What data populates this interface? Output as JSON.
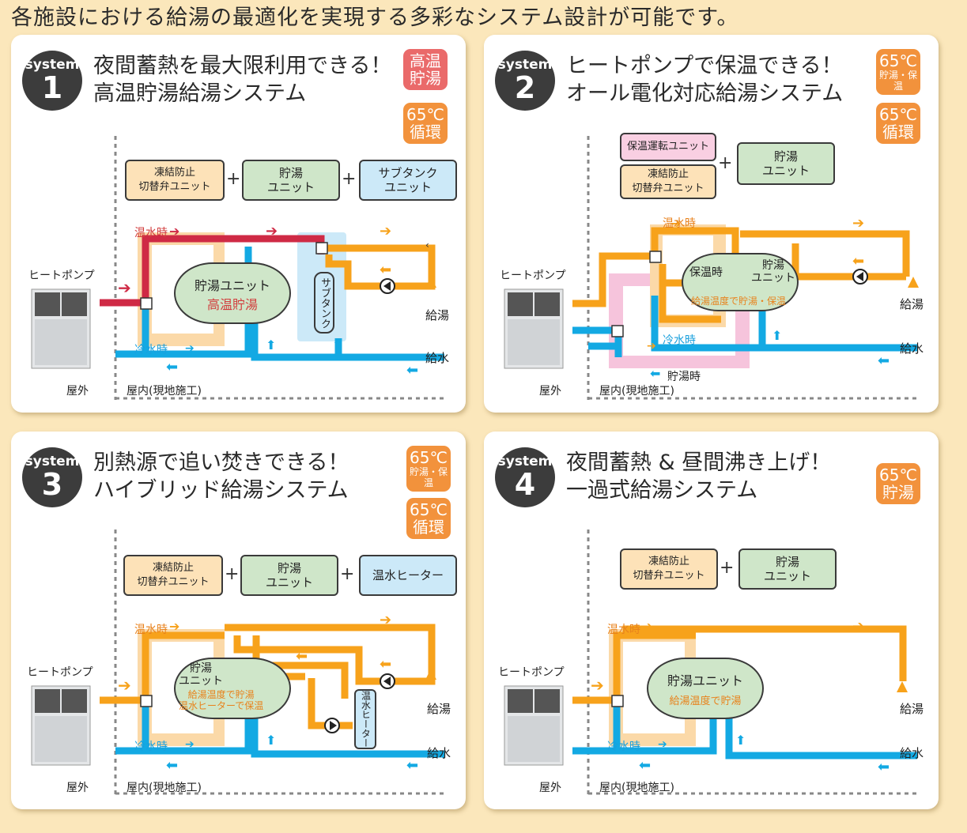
{
  "headline": "各施設における給湯の最適化を実現する多彩なシステム設計が可能です。",
  "common": {
    "heatpump": "ヒートポンプ",
    "outdoor": "屋外",
    "indoor": "屋内(現地施工)",
    "hot_supply": "給湯",
    "water_supply": "給水",
    "hot_time": "温水時",
    "cold_time": "冷水時",
    "system_word": "system"
  },
  "colors": {
    "orange": "#f7a21b",
    "blue": "#13a9e3",
    "red": "#cf2a45",
    "pink": "#f6c4dc",
    "beige": "#fbd9a8"
  },
  "systems": [
    {
      "number": "1",
      "title1": "夜間蓄熱を最大限利用できる！",
      "title2": "高温貯湯給湯システム",
      "tag1": "高温\n貯湯",
      "tag2": "65℃\n循環",
      "unit_a": "凍結防止\n切替弁ユニット",
      "unit_b": "貯湯\nユニット",
      "unit_c": "サブタンク\nユニット",
      "tank_name": "貯湯ユニット",
      "tank_sub": "高温貯湯",
      "subtank": "サブタンク"
    },
    {
      "number": "2",
      "title1": "ヒートポンプで保温できる！",
      "title2": "オール電化対応給湯システム",
      "tag1_main": "65℃",
      "tag1_small": "貯湯・保温",
      "tag2": "65℃\n循環",
      "unit_a": "保温運転ユニット",
      "unit_b": "凍結防止\n切替弁ユニット",
      "unit_c": "貯湯\nユニット",
      "tank_keep": "保温時",
      "tank_name": "貯湯\nユニット",
      "tank_sub": "給湯温度で貯湯・保温",
      "storing": "貯湯時"
    },
    {
      "number": "3",
      "title1": "別熱源で追い焚きできる！",
      "title2": "ハイブリッド給湯システム",
      "tag1_main": "65℃",
      "tag1_small": "貯湯・保温",
      "tag2": "65℃\n循環",
      "unit_a": "凍結防止\n切替弁ユニット",
      "unit_b": "貯湯\nユニット",
      "unit_c": "温水ヒーター",
      "tank_name": "貯湯\nユニット",
      "tank_sub": "給湯温度で貯湯\n温水ヒーターで保温",
      "heater": "温水ヒーター"
    },
    {
      "number": "4",
      "title1": "夜間蓄熱 & 昼間沸き上げ！",
      "title2": "一過式給湯システム",
      "tag1": "65℃\n貯湯",
      "unit_a": "凍結防止\n切替弁ユニット",
      "unit_b": "貯湯\nユニット",
      "tank_name": "貯湯ユニット",
      "tank_sub": "給湯温度で貯湯"
    }
  ]
}
